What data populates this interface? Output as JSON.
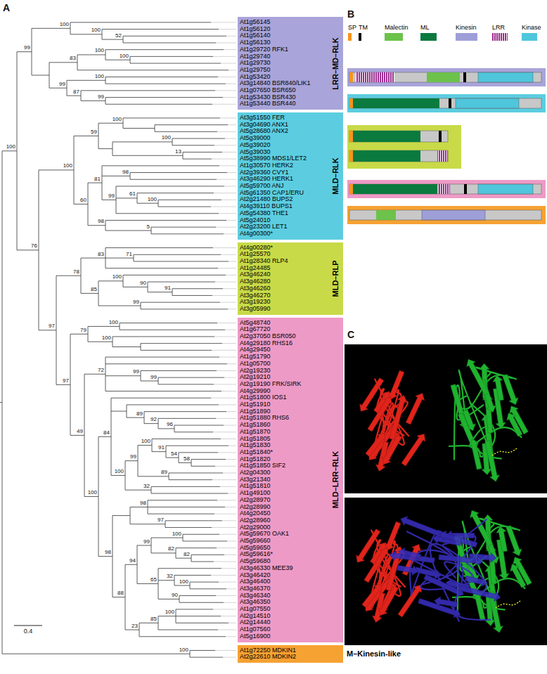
{
  "diagram": {
    "nodes": [
      {
        "text": [
          "LRR–MD–RLK",
          "At1g56145",
          "At1g56120",
          "At1g56140",
          "At1g56130",
          "At1g29720 RFK1",
          "At1g29740",
          "At1g29730",
          "At1g29750",
          "At1g53420",
          "At3g14840 BSR840/LIK1",
          "At1g07650 BSR650",
          "At1g53430 BSR430",
          "At1g53440 BSR440"
        ]
      },
      {
        "text": [
          "MLD–RLK",
          "At3g51550 FER",
          "At3g04690 ANX1",
          "At5g28680 ANX2",
          "At5g39000",
          "At5g39020",
          "At5g39030",
          "At5g38990 MDS1/LET2",
          "At1g30570 HERK2",
          "At2g39360 CVY1",
          "At3g46290 HERK1",
          "At5g59700 ANJ",
          "At5g61350 CAP1/ERU",
          "At2g21480 BUPS2",
          "At4g39110 BUPS1",
          "At5g54380 THE1",
          "At5g24010",
          "At2g23200 LET1",
          "At4g00300*"
        ]
      },
      {
        "text": [
          "MLD–RLP",
          "At4g00280*",
          "At1g25570",
          "At1g28340 RLP4",
          "At1g24485",
          "At3g46240",
          "At3g46280",
          "At3g46260",
          "At3g46270",
          "At3g19230",
          "At3g05990"
        ]
      },
      {
        "text": [
          "MLD–LRR–RLK",
          "At5g48740",
          "At1g67720",
          "At2g37050 BSR050",
          "At4g29180 RHS16",
          "At4g29450",
          "At1g51790",
          "At1g05700",
          "At2g19230",
          "At2g19210",
          "At2g19190 FRK/SIRK",
          "At4g29990",
          "At1g51800 IOS1",
          "At1g51910",
          "At1g51890",
          "At1g51880 RHS6",
          "At1g51860",
          "At1g51870",
          "At1g51805",
          "At1g51830",
          "At1g51840*",
          "At1g51820",
          "At1g51850 SIF2",
          "At2g04300",
          "At3g21340",
          "At1g51810",
          "At1g49100",
          "At2g28970",
          "At2g28990",
          "At4g20450",
          "At2g28960",
          "At2g29000",
          "At5g59670 OAK1",
          "At5g59660",
          "At5g59650",
          "At5g59616*",
          "At5g59680",
          "At3g46330 MEE39",
          "At3g46420",
          "At3g46400",
          "At3g46370",
          "At3g46340",
          "At3g46350",
          "At1g07550",
          "At2g14510",
          "At2g14440",
          "At1g07560",
          "At5g16900"
        ]
      },
      {
        "text": [
          "M–Kinesin-like",
          "At1g72250 MDKIN1",
          "At2g22610 MDKIN2"
        ]
      }
    ],
    "labels": [
      "A",
      "100",
      "99",
      "100",
      "100",
      "52",
      "83",
      "100",
      "100",
      "99",
      "100",
      "87",
      "99",
      "76",
      "100",
      "59",
      "100",
      "100",
      "13",
      "60",
      "81",
      "98",
      "99",
      "61",
      "100",
      "98",
      "5",
      "97",
      "78",
      "83",
      "71",
      "85",
      "100",
      "90",
      "91",
      "99",
      "97",
      "79",
      "100",
      "100",
      "49",
      "72",
      "99",
      "99",
      "100",
      "84",
      "89",
      "92",
      "96",
      "100",
      "99",
      "100",
      "91",
      "54",
      "58",
      "89",
      "32",
      "98",
      "98",
      "97",
      "88",
      "94",
      "99",
      "100",
      "82",
      "82",
      "65",
      "32",
      "100",
      "90",
      "23",
      "85",
      "100",
      "100",
      "0.4",
      "B",
      "C"
    ],
    "legend": [
      {
        "text": "SP",
        "color": "#f7941d"
      },
      {
        "text": "TM",
        "color": "#000000"
      },
      {
        "text": "Malectin",
        "color": "#6cc24a"
      },
      {
        "text": "ML",
        "color": "#0b7a3e"
      },
      {
        "text": "Kinesin",
        "color": "#9e9fd8"
      },
      {
        "text": "LRR",
        "color": "#9b2d8e"
      },
      {
        "text": "Kinase",
        "color": "#4fc6dc"
      }
    ]
  }
}
